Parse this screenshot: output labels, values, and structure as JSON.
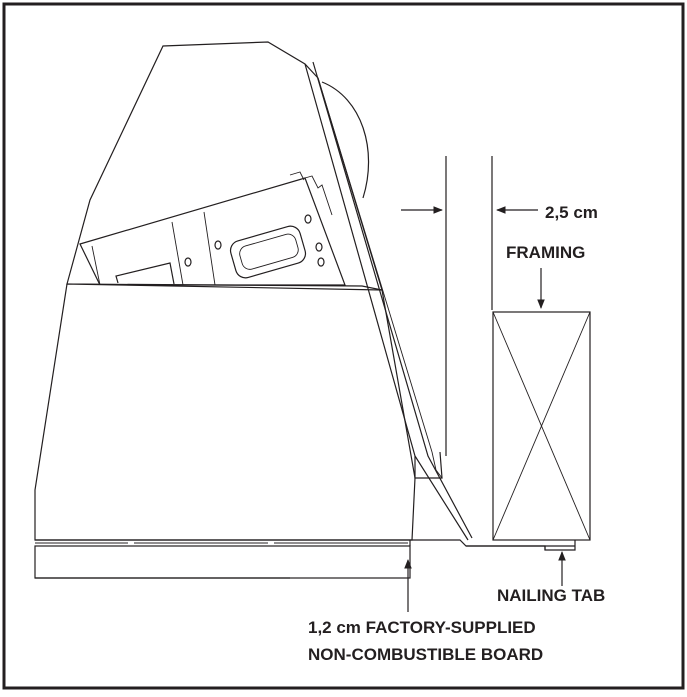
{
  "labels": {
    "gap": "2,5 cm",
    "framing": "FRAMING",
    "nailing_tab": "NAILING TAB",
    "board_line1": "1,2 cm FACTORY-SUPPLIED",
    "board_line2": "NON-COMBUSTIBLE BOARD"
  }
}
